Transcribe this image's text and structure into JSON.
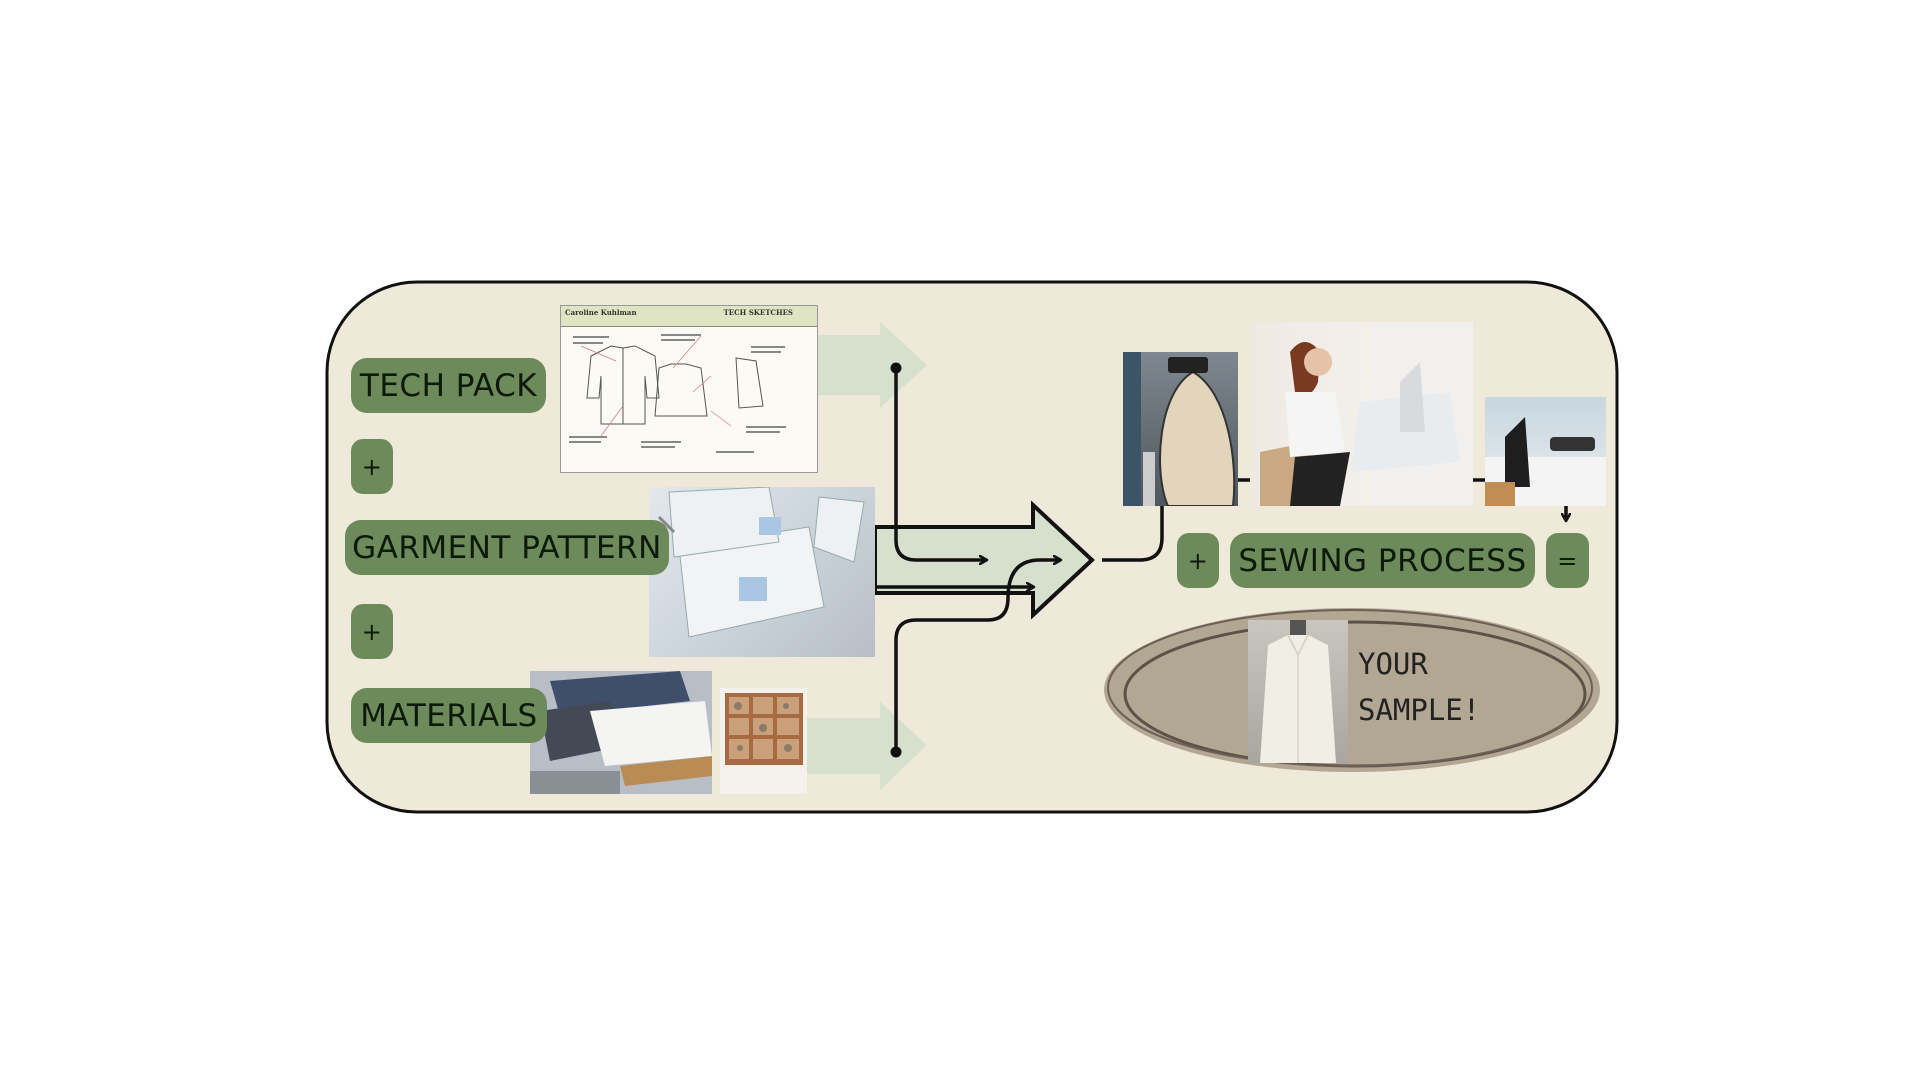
{
  "steps": {
    "tech_pack": "TECH PACK",
    "plus_1": "+",
    "garment_pattern": "GARMENT PATTERN",
    "plus_2": "+",
    "materials": "MATERIALS",
    "plus_3": "+",
    "sewing_process": "SEWING PROCESS",
    "equals": "=",
    "result_line1": "YOUR",
    "result_line2": "SAMPLE!"
  },
  "tech_sheet": {
    "name": "Caroline Kuhlman",
    "title": "TECH SKETCHES"
  },
  "colors": {
    "panel_fill": "#efe9d9",
    "pill_fill": "#6c8a5a",
    "arrow_light": "#d6e0cd",
    "ellipse_fill": "#b2a793",
    "outline": "#111111"
  }
}
